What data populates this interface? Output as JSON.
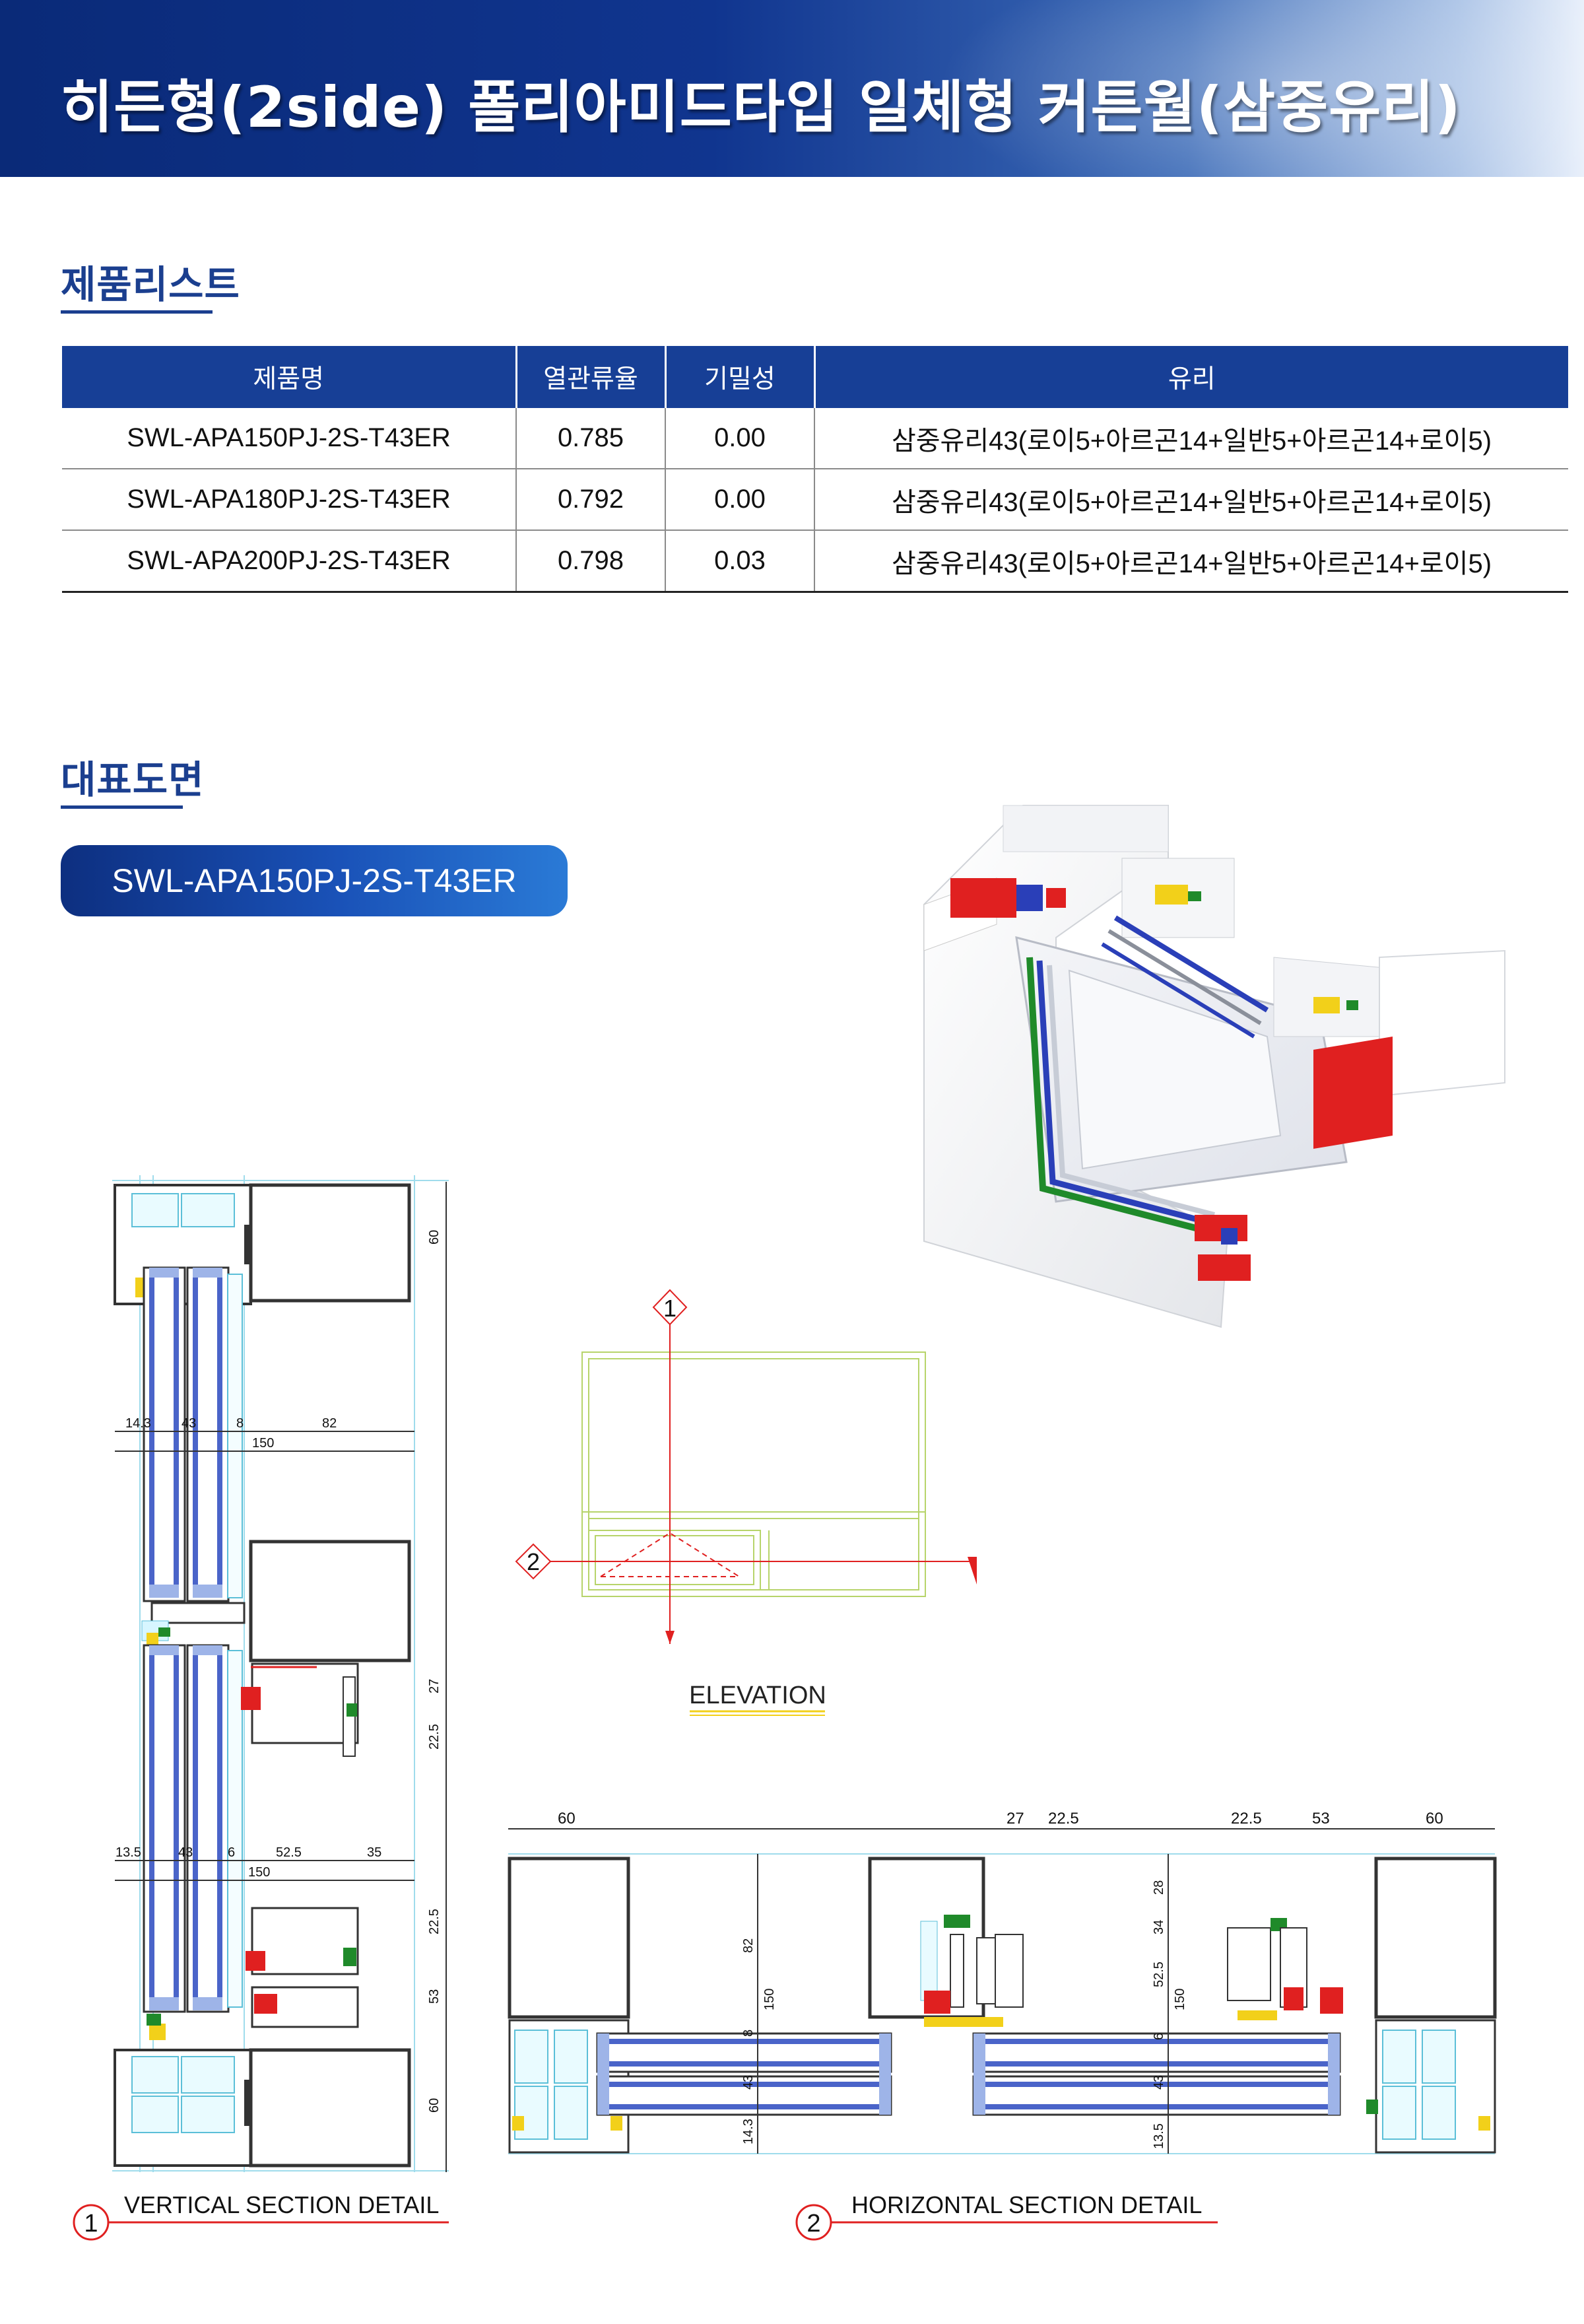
{
  "header": {
    "title": "히든형(2side) 폴리아미드타입 일체형 커튼월(삼중유리)"
  },
  "sections": {
    "product_list": "제품리스트",
    "representative_drawing": "대표도면"
  },
  "table": {
    "columns": [
      "제품명",
      "열관류율",
      "기밀성",
      "유리"
    ],
    "rows": [
      [
        "SWL-APA150PJ-2S-T43ER",
        "0.785",
        "0.00",
        "삼중유리43(로이5+아르곤14+일반5+아르곤14+로이5)"
      ],
      [
        "SWL-APA180PJ-2S-T43ER",
        "0.792",
        "0.00",
        "삼중유리43(로이5+아르곤14+일반5+아르곤14+로이5)"
      ],
      [
        "SWL-APA200PJ-2S-T43ER",
        "0.798",
        "0.03",
        "삼중유리43(로이5+아르곤14+일반5+아르곤14+로이5)"
      ]
    ]
  },
  "drawing": {
    "model": "SWL-APA150PJ-2S-T43ER",
    "elevation_label": "ELEVATION",
    "marker_1": "1",
    "marker_2": "2",
    "vertical_title": "VERTICAL SECTION DETAIL",
    "horizontal_title": "HORIZONTAL SECTION DETAIL",
    "vertical_dims": {
      "top_row": [
        "14.3",
        "43",
        "8",
        "82"
      ],
      "top_total": "150",
      "bottom_row": [
        "13.5",
        "43",
        "6",
        "52.5",
        "35"
      ],
      "bottom_total": "150",
      "right": [
        "60",
        "27",
        "22.5",
        "22.5",
        "53",
        "60"
      ]
    },
    "horizontal_dims": {
      "top": [
        "60",
        "27",
        "22.5",
        "22.5",
        "53",
        "60"
      ],
      "left_vertical": [
        "82",
        "150",
        "8",
        "43",
        "14.3"
      ],
      "right_vertical": [
        "28",
        "34",
        "52.5",
        "150",
        "6",
        "43",
        "13.5"
      ]
    }
  },
  "colors": {
    "brand_blue": "#173f96",
    "title_blue": "#1b3f8f",
    "red": "#e02020",
    "green": "#1f8a2a",
    "yellow": "#f2d01a"
  }
}
